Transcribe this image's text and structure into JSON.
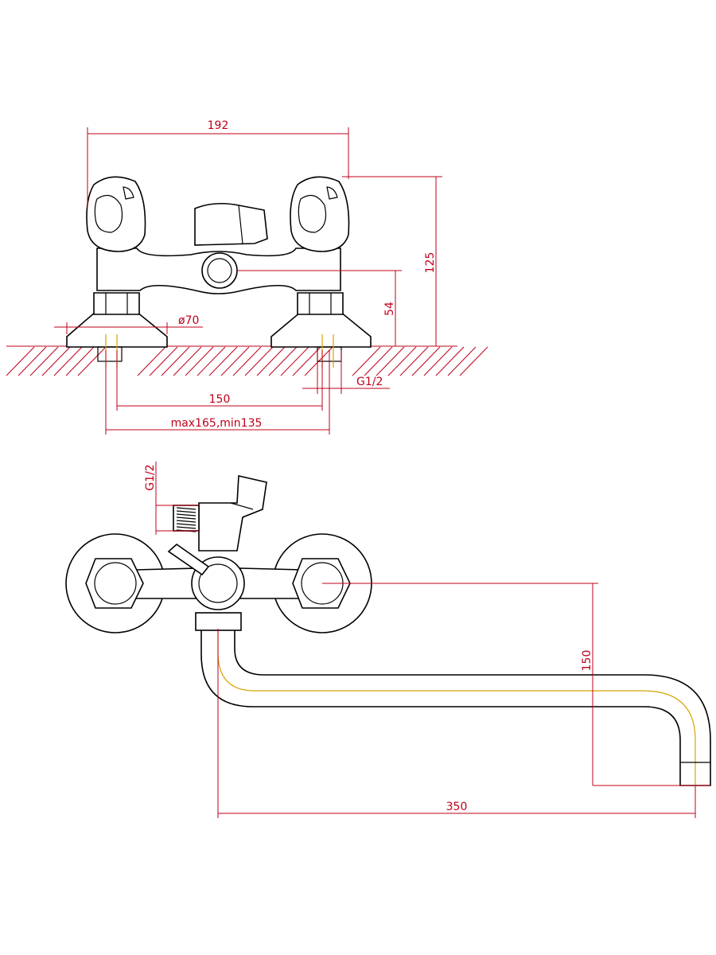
{
  "colors": {
    "dimension": "#c0001a",
    "outline": "#000000",
    "pipe_centerline": "#d7a500",
    "background": "#ffffff"
  },
  "dimensions": {
    "overall_width": "192",
    "overall_height": "125",
    "outlet_height": "54",
    "flange_diameter": "ø70",
    "axis_spacing": "150",
    "axis_spacing_range": "max165,min135",
    "thread_bottom": "G1/2",
    "thread_side": "G1/2",
    "spout_drop": "150",
    "spout_length": "350"
  },
  "views": [
    "front-view",
    "top-view"
  ]
}
